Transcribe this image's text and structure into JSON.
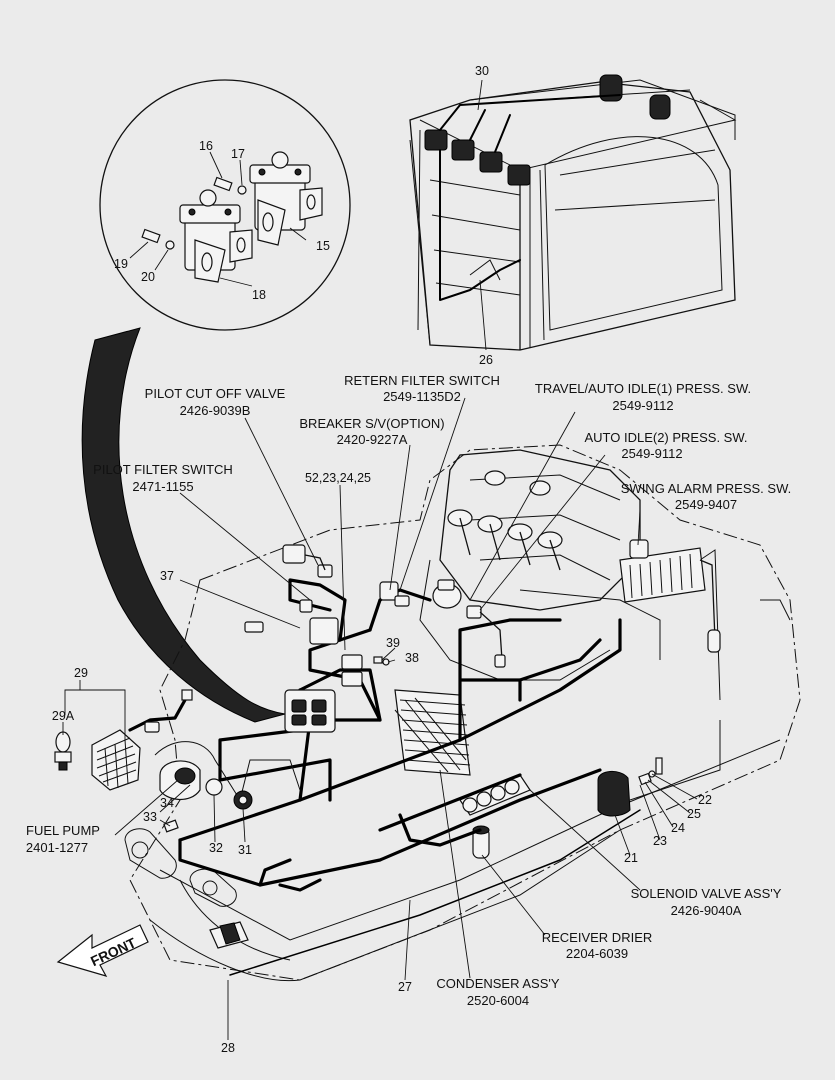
{
  "callouts": {
    "pilot_cut_off_valve": {
      "name": "PILOT CUT OFF VALVE",
      "part": "2426-9039B"
    },
    "retern_filter_switch": {
      "name": "RETERN FILTER SWITCH",
      "part": "2549-1135D2"
    },
    "travel_auto_idle": {
      "name": "TRAVEL/AUTO IDLE(1) PRESS. SW.",
      "part": "2549-9112"
    },
    "breaker_sv": {
      "name": "BREAKER S/V(OPTION)",
      "part": "2420-9227A"
    },
    "auto_idle2": {
      "name": "AUTO IDLE(2) PRESS. SW.",
      "part": "2549-9112"
    },
    "pilot_filter_switch": {
      "name": "PILOT FILTER SWITCH",
      "part": "2471-1155"
    },
    "swing_alarm": {
      "name": "SWING ALARM PRESS. SW.",
      "part": "2549-9407"
    },
    "fuel_pump": {
      "name": "FUEL PUMP",
      "part": "2401-1277"
    },
    "solenoid_valve": {
      "name": "SOLENOID VALVE ASS'Y",
      "part": "2426-9040A"
    },
    "receiver_drier": {
      "name": "RECEIVER DRIER",
      "part": "2204-6039"
    },
    "condenser": {
      "name": "CONDENSER ASS'Y",
      "part": "2520-6004"
    }
  },
  "numbers": {
    "n30": "30",
    "n16": "16",
    "n17": "17",
    "n19": "19",
    "n20": "20",
    "n18": "18",
    "n15": "15",
    "n26": "26",
    "n52": "52,23,24,25",
    "n37": "37",
    "n29": "29",
    "n29a": "29A",
    "n39": "39",
    "n38": "38",
    "n34": "34",
    "n33": "33",
    "n32": "32",
    "n31": "31",
    "n22": "22",
    "n25": "25",
    "n24": "24",
    "n23": "23",
    "n21": "21",
    "n27": "27",
    "n28": "28"
  },
  "front_label": "FRONT"
}
